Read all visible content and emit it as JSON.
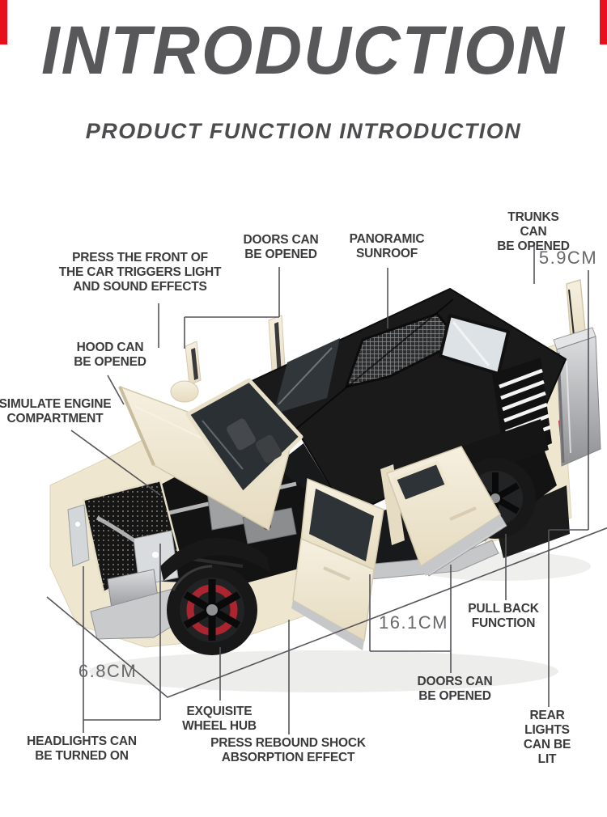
{
  "header": {
    "title": "INTRODUCTION",
    "subtitle": "PRODUCT FUNCTION INTRODUCTION"
  },
  "accent": {
    "bar_color": "#e8101c"
  },
  "callouts": {
    "press_front": "PRESS THE FRONT OF\nTHE CAR TRIGGERS LIGHT\nAND SOUND EFFECTS",
    "doors_top": "DOORS CAN\nBE OPENED",
    "panoramic": "PANORAMIC\nSUNROOF",
    "trunks": "TRUNKS CAN\nBE OPENED",
    "hood": "HOOD CAN\nBE OPENED",
    "simulate": "SIMULATE ENGINE\nCOMPARTMENT",
    "headlights": "HEADLIGHTS CAN\nBE TURNED ON",
    "wheel_hub": "EXQUISITE\nWHEEL HUB",
    "rebound": "PRESS REBOUND SHOCK\nABSORPTION EFFECT",
    "doors_bottom": "DOORS CAN\nBE OPENED",
    "pull_back": "PULL BACK\nFUNCTION",
    "rear_lights": "REAR LIGHTS\nCAN BE LIT"
  },
  "measurements": {
    "height": "5.9CM",
    "front_width": "6.8CM",
    "length": "16.1CM"
  },
  "product": {
    "type": "diecast model SUV toy",
    "body_color_name": "cream",
    "roof_color_name": "black"
  },
  "colors": {
    "body_cream": "#efe6d0",
    "body_cream_light": "#f4eedd",
    "roof_black": "#1a1a1a",
    "leader_line": "#55555a",
    "label_text": "#3b3b3d",
    "measure_text": "#68686b",
    "accent_red": "#e8101c",
    "caliper_red": "#ab2531",
    "silver": "#c3c4c6"
  }
}
